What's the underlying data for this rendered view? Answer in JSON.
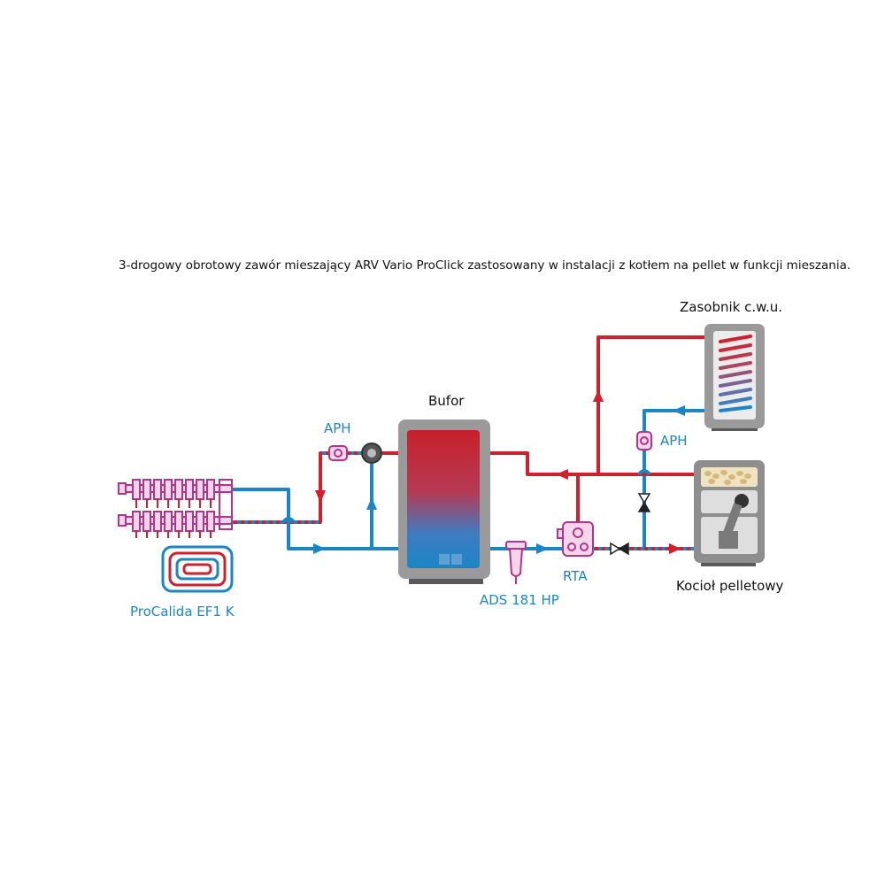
{
  "caption": "3-drogowy obrotowy zawór mieszający ARV Vario ProClick zastosowany w instalacji z kotłem na pellet w funkcji mieszania.",
  "labels": {
    "dhw_tank": "Zasobnik c.w.u.",
    "buffer": "Bufor",
    "aph_left": "APH",
    "aph_right": "APH",
    "manifold": "ProCalida EF1 K",
    "filter": "ADS 181 HP",
    "rta": "RTA",
    "boiler": "Kocioł pelletowy"
  },
  "colors": {
    "hot": "#d0202e",
    "cold": "#1a86c6",
    "mixed": "#7a3a86",
    "equipment_gray": "#8e8e8e",
    "equipment_dark": "#5a5a5a",
    "label_blue": "#1a86c6"
  }
}
